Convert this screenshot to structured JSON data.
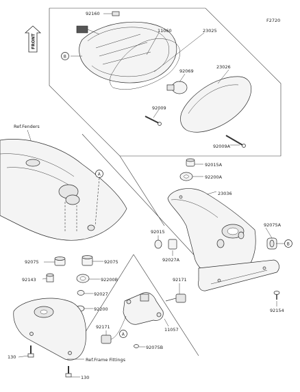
{
  "diagram_code": "F2720",
  "front_label": "FRONT",
  "ref_notes": {
    "fenders": "Ref.Fenders",
    "frame_fittings": "Ref.Frame Fittings"
  },
  "markers": {
    "a": "A",
    "b": "B"
  },
  "part_numbers": {
    "p92160": "92160",
    "p11060": "11060",
    "p23025": "23025",
    "p92069": "92069",
    "p23026": "23026",
    "p92009": "92009",
    "p92009a": "92009A",
    "p92015a": "92015A",
    "p92200a": "92200A",
    "p23036": "23036",
    "p92015": "92015",
    "p92075a": "92075A",
    "p92075_left": "92075",
    "p92075_right": "92075",
    "p92027a": "92027A",
    "p92143": "92143",
    "p92200b": "92200B",
    "p92171_upper": "92171",
    "p92027": "92027",
    "p92200": "92200",
    "p92154": "92154",
    "p11057": "11057",
    "p92171_lower": "92171",
    "p92075b": "92075B",
    "p130_upper": "130",
    "p130_lower": "130"
  }
}
